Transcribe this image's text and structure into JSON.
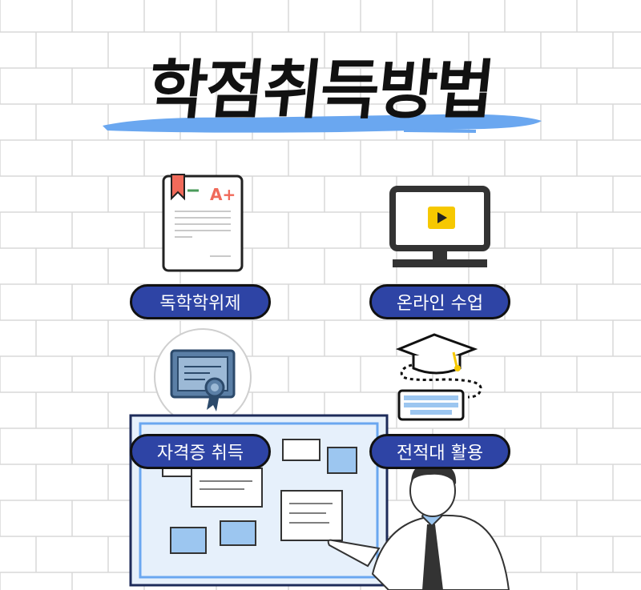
{
  "title": "학점취득방법",
  "methods": [
    {
      "label": "독학학위제",
      "icon": "certificate-document-icon"
    },
    {
      "label": "온라인 수업",
      "icon": "monitor-play-icon"
    },
    {
      "label": "자격증 취득",
      "icon": "diploma-badge-icon"
    },
    {
      "label": "전적대 활용",
      "icon": "graduation-cap-keyboard-icon"
    }
  ],
  "grade_badge": "A+",
  "colors": {
    "pill": "#2e44a5",
    "accent_blue": "#6aa7f0",
    "yellow": "#f6c800",
    "red": "#f06a5a"
  }
}
